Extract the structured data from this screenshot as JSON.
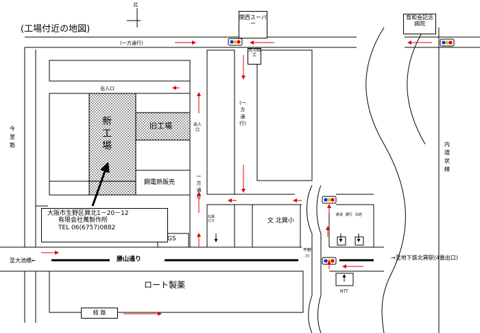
{
  "title": "(工場付近の地図)",
  "north": "北",
  "one_way_h": "(一方通行)",
  "one_way_v": "(一方通行)",
  "one_way_v2": "一方通行",
  "entrance": "出入口",
  "entrance_v": "出入口",
  "buildings": {
    "new_factory": "新工場",
    "old_factory": "旧工場",
    "heat_shop": "鋼電熱販売",
    "supermarket": "関西スーパー",
    "hospital": "育和会記念病院",
    "school": "文 北巽小",
    "gs": "GS",
    "rohto": "ロート製薬",
    "small_shop": "佐河精工",
    "nozawa": "北巽ロマ",
    "shop2": "鉄道",
    "shop3": "銀行",
    "shop4": "白岩",
    "ntt": "NTT"
  },
  "address": {
    "line1": "大阪市生野区巽北1－20－12",
    "line2": "有限会社萬製作所",
    "line3": "TEL 06(6757)0882"
  },
  "roads": {
    "imazato": "今里筋",
    "naikan": "内環状線",
    "katsuyama": "勝山通り",
    "hirano": "平野川"
  },
  "directions": {
    "west": "至大池橋←",
    "east": "→至地下鉄北巽駅(4番出口)"
  },
  "legend": "経 路",
  "colors": {
    "route": "#e00000",
    "signal_red": "#e00000",
    "signal_yellow": "#f0c000",
    "signal_blue": "#1030e0"
  }
}
